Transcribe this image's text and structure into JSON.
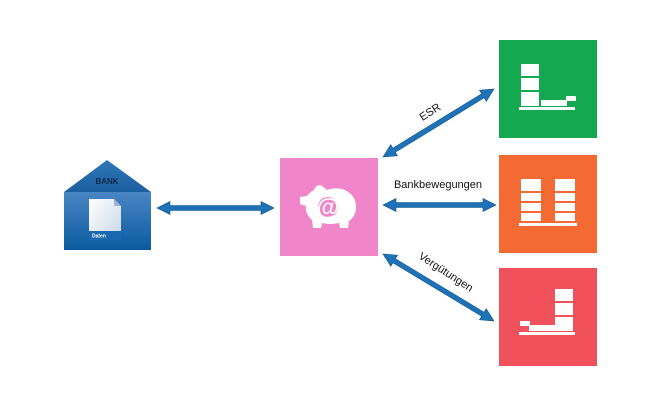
{
  "bank": {
    "title": "BANK",
    "doc_label": "Daten",
    "color_top": "#4a86c4",
    "color_bottom": "#0a5aa0"
  },
  "hub": {
    "color": "#f185c9",
    "icon": "at-piggy-bank-icon"
  },
  "arrow_color": "#1e73b8",
  "connections": [
    {
      "label": "ESR",
      "tile_color": "#14a850",
      "icon": "ledger-book-icon"
    },
    {
      "label": "Bankbewegungen",
      "tile_color": "#f36b32",
      "icon": "ledger-book-icon"
    },
    {
      "label": "Vergütungen",
      "tile_color": "#f0515a",
      "icon": "ledger-book-icon"
    }
  ]
}
